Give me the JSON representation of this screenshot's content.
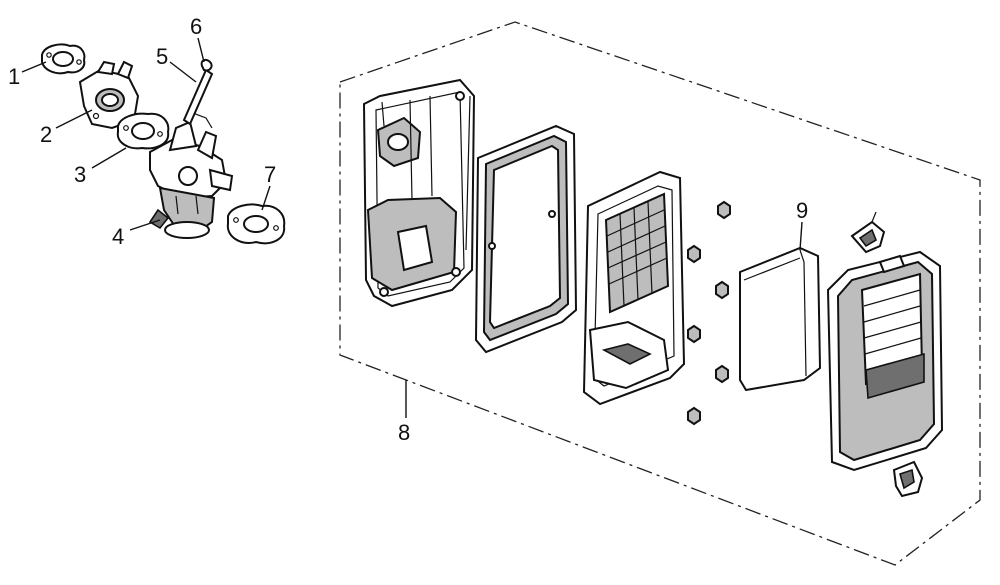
{
  "diagram": {
    "callouts": [
      {
        "id": "c1",
        "text": "1"
      },
      {
        "id": "c2",
        "text": "2"
      },
      {
        "id": "c3",
        "text": "3"
      },
      {
        "id": "c4",
        "text": "4"
      },
      {
        "id": "c5",
        "text": "5"
      },
      {
        "id": "c6",
        "text": "6"
      },
      {
        "id": "c7",
        "text": "7"
      },
      {
        "id": "c8",
        "text": "8"
      },
      {
        "id": "c9",
        "text": "9"
      }
    ],
    "parts": [
      {
        "callout": "1",
        "icon": "gasket-icon"
      },
      {
        "callout": "2",
        "icon": "insulator-icon"
      },
      {
        "callout": "3",
        "icon": "gasket-icon"
      },
      {
        "callout": "4",
        "icon": "carburetor-icon"
      },
      {
        "callout": "5",
        "icon": "hose-icon"
      },
      {
        "callout": "6",
        "icon": "clip-icon"
      },
      {
        "callout": "7",
        "icon": "gasket-icon"
      },
      {
        "callout": "8",
        "icon": "air-cleaner-assembly-icon"
      },
      {
        "callout": "9",
        "icon": "filter-element-icon"
      }
    ]
  }
}
